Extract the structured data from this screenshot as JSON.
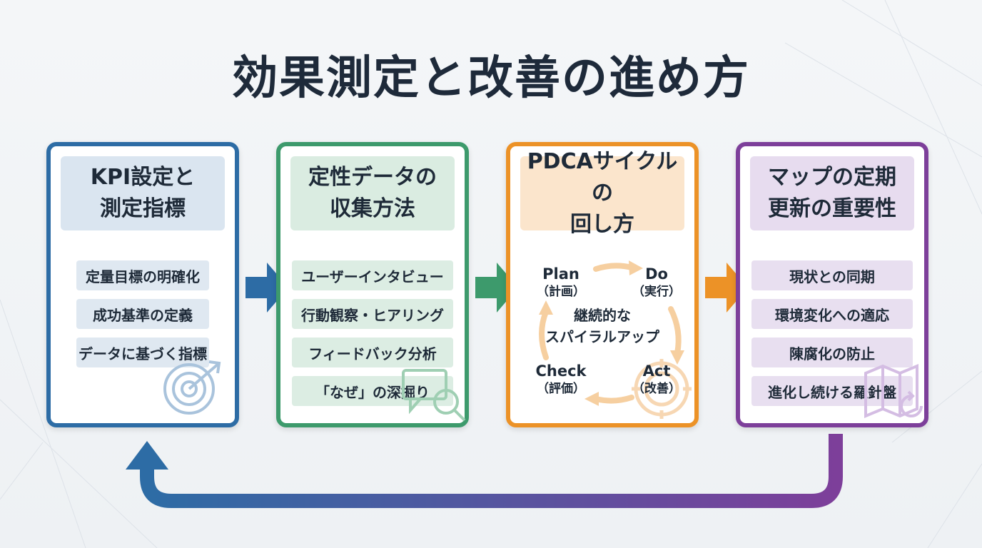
{
  "title": "効果測定と改善の進め方",
  "colors": {
    "blue": "#2d6ca5",
    "green": "#3d9a6c",
    "orange": "#ec9227",
    "purple": "#7d3f9a"
  },
  "cards": [
    {
      "heading": "KPI設定と\n測定指標",
      "items": [
        "定量目標の明確化",
        "成功基準の定義",
        "データに基づく指標"
      ],
      "icon": "target-icon"
    },
    {
      "heading": "定性データの\n収集方法",
      "items": [
        "ユーザーインタビュー",
        "行動観察・ヒアリング",
        "フィードバック分析",
        "「なぜ」の深掘り"
      ],
      "icon": "chat-magnifier-icon"
    },
    {
      "heading": "PDCAサイクルの\n回し方",
      "pdca": {
        "plan": "Plan",
        "plan_jp": "（計画）",
        "do": "Do",
        "do_jp": "（実行）",
        "check": "Check",
        "check_jp": "（評価）",
        "act": "Act",
        "act_jp": "（改善）",
        "center_1": "継続的な",
        "center_2": "スパイラルアップ"
      },
      "icon": "gear-cycle-icon"
    },
    {
      "heading": "マップの定期\n更新の重要性",
      "items": [
        "現状との同期",
        "環境変化への適応",
        "陳腐化の防止",
        "進化し続ける羅針盤"
      ],
      "icon": "map-refresh-icon"
    }
  ]
}
